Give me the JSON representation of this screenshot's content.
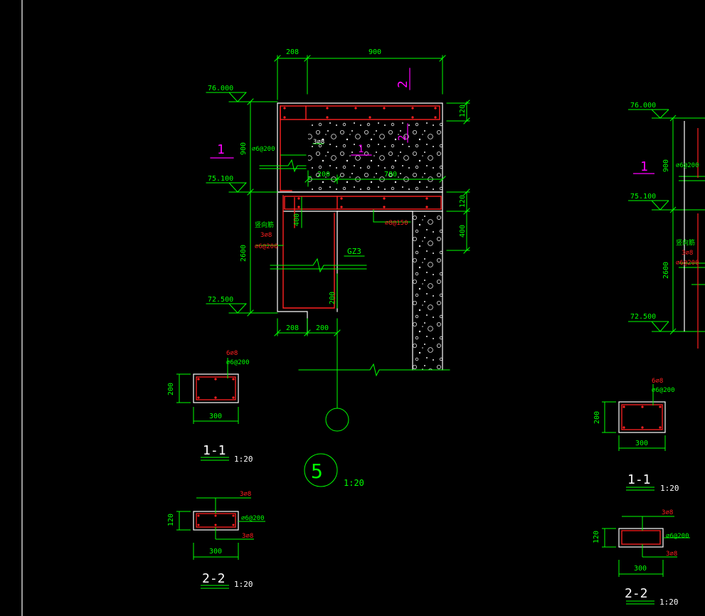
{
  "colors": {
    "background": "#000000",
    "dimension": "#00ff00",
    "outline": "#ffffff",
    "rebar": "#ff2020",
    "section_label": "#ff00ff",
    "fill_dots": "#e8e8e8"
  },
  "main_detail": {
    "dims_top": [
      "208",
      "900"
    ],
    "dims_bottom": [
      "208",
      "200"
    ],
    "dims_right": [
      "120",
      "120",
      "400"
    ],
    "dims_left": [
      "900",
      "2600"
    ],
    "elevations": [
      "76.000",
      "75.100",
      "72.500"
    ],
    "inner_dims": [
      "200",
      "780",
      "400",
      "200"
    ],
    "rebar_labels": [
      "3⌀8",
      "⌀6@200",
      "⌀8@150",
      "竖向筋",
      "3⌀8",
      "⌀6@200"
    ],
    "column_label": "GZ3",
    "section_marks": [
      "1",
      "2",
      "2",
      "1"
    ],
    "detail_number": "5",
    "detail_scale": "1:20"
  },
  "section_1_1": {
    "title": "1-1",
    "scale": "1:20",
    "width": "300",
    "height": "200",
    "rebar_main": "6⌀8",
    "rebar_stirrup": "⌀6@200"
  },
  "section_2_2": {
    "title": "2-2",
    "scale": "1:20",
    "width": "300",
    "height": "120",
    "rebar_top": "3⌀8",
    "rebar_stirrup": "⌀6@200",
    "rebar_bottom": "3⌀8"
  },
  "right_detail": {
    "elevations": [
      "76.000",
      "75.100",
      "72.500"
    ],
    "dims_left": [
      "900",
      "2600"
    ],
    "section_mark": "1",
    "rebar_labels": [
      "⌀6@200",
      "竖向筋",
      "3⌀8",
      "⌀6@200"
    ]
  },
  "right_section_1_1": {
    "title": "1-1",
    "scale": "1:20",
    "width": "300",
    "height": "200",
    "rebar_main": "6⌀8",
    "rebar_stirrup": "⌀6@200"
  },
  "right_section_2_2": {
    "title": "2-2",
    "scale": "1:20",
    "width": "300",
    "height": "120",
    "rebar_top": "3⌀8",
    "rebar_stirrup": "⌀6@200",
    "rebar_bottom": "3⌀8"
  }
}
